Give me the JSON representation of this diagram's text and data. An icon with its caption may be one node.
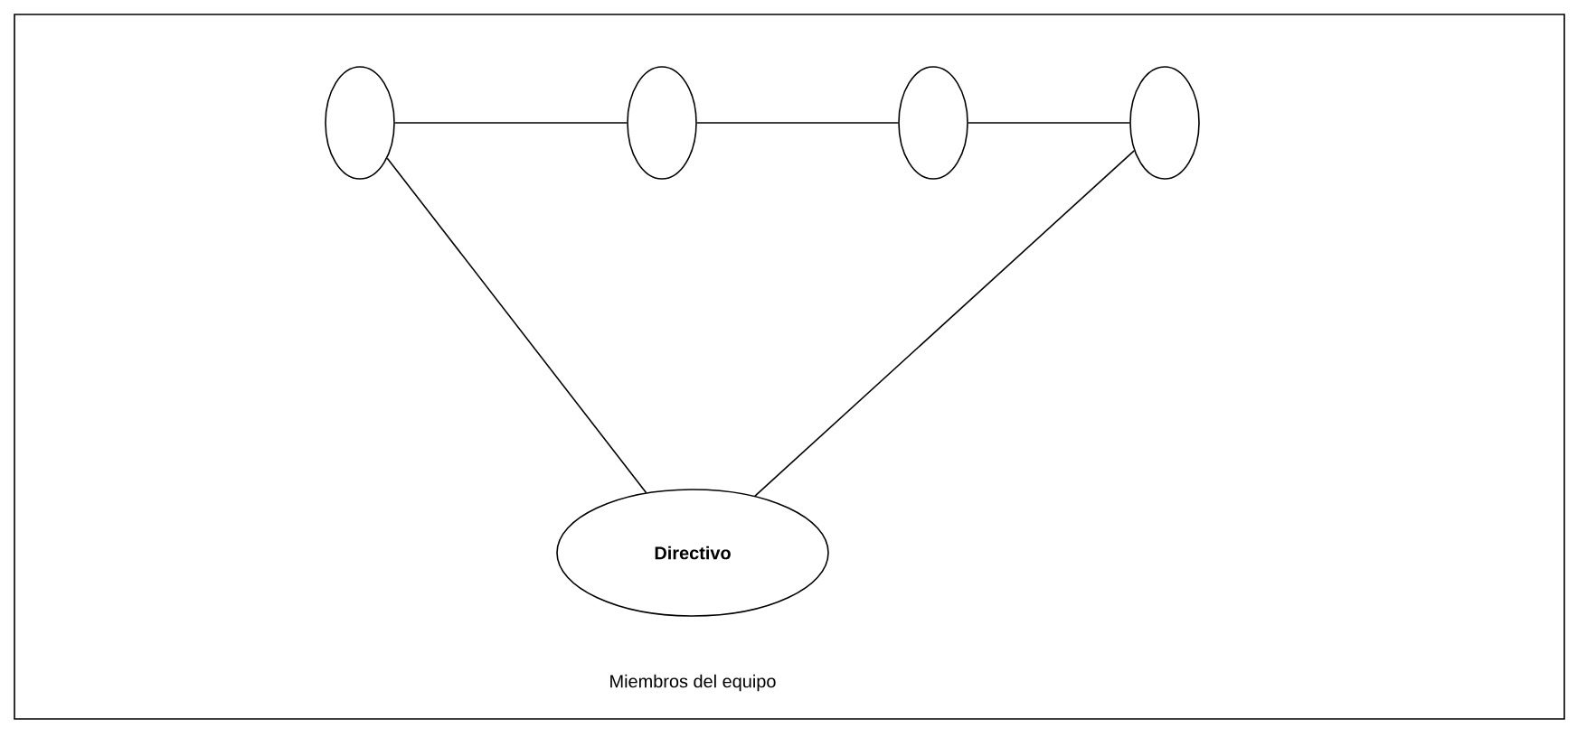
{
  "diagram": {
    "caption": "Miembros del equipo",
    "nodes": [
      {
        "text": [],
        "shape": "ellipse"
      },
      {
        "text": [],
        "shape": "ellipse"
      },
      {
        "text": [],
        "shape": "ellipse"
      },
      {
        "text": [],
        "shape": "ellipse"
      },
      {
        "text": [
          "Directivo"
        ]
      }
    ],
    "edges": [
      {
        "from": 0,
        "to": 1,
        "arrow": "none"
      },
      {
        "from": 1,
        "to": 2,
        "arrow": "none"
      },
      {
        "from": 2,
        "to": 3,
        "arrow": "none"
      },
      {
        "from": 0,
        "to": 4,
        "arrow": "none"
      },
      {
        "from": 3,
        "to": 4,
        "arrow": "none"
      }
    ]
  }
}
